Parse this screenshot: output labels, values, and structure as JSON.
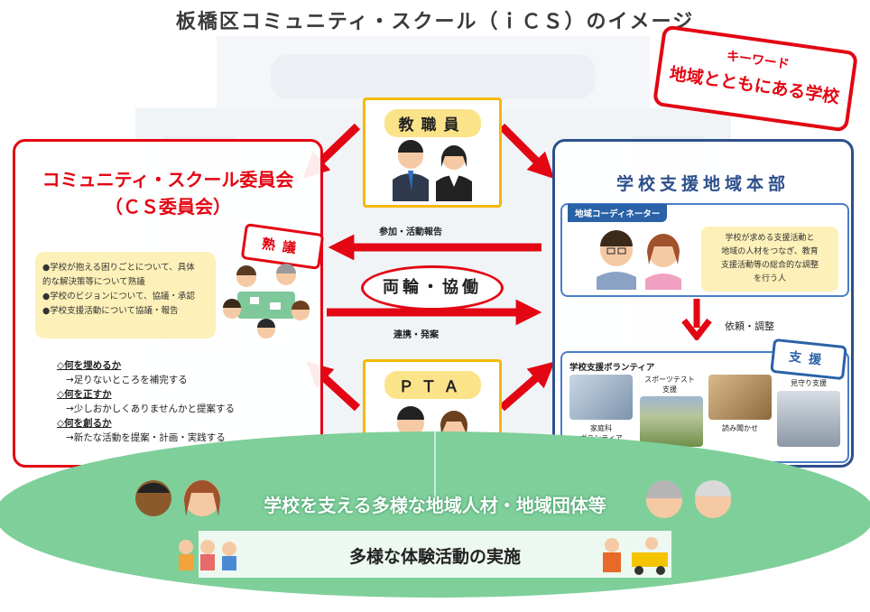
{
  "title": "板橋区コミュニティ・スクール（ｉＣＳ）のイメージ",
  "keyword": {
    "label": "キーワード",
    "text": "地域とともにある学校"
  },
  "committee": {
    "title_line1": "コミュニティ・スクール委員会",
    "title_line2": "（ＣＳ委員会）",
    "badge": "熟議",
    "bullets": [
      "●学校が抱える困りごとについて、具体",
      "的な解決策等について熟議",
      "●学校のビジョンについて、協議・承認",
      "●学校支援活動について協議・報告"
    ],
    "hows": [
      {
        "q": "◇何を埋めるか",
        "a": "→足りないところを補完する"
      },
      {
        "q": "◇何を正すか",
        "a": "→少しおかしくありませんかと提案する"
      },
      {
        "q": "◇何を創るか",
        "a": "→新たな活動を提案・計画・実践する"
      }
    ]
  },
  "staff": {
    "label": "教職員"
  },
  "pta": {
    "label": "ＰＴＡ"
  },
  "center": {
    "top_label": "参加・活動報告",
    "ryourin": "両輪・協働",
    "bottom_label": "連携・発案"
  },
  "support_hq": {
    "title": "学校支援地域本部",
    "coordinator_tab": "地域コーディネーター",
    "coordinator_desc": [
      "学校が求める支援活動と",
      "地域の人材をつなぎ、教育",
      "支援活動等の総合的な調整",
      "を行う人"
    ],
    "request_label": "依頼・調整",
    "badge": "支援",
    "volunteer_title": "学校支援ボランティア",
    "volunteer_captions": [
      "家庭科\nボランティア",
      "スポーツテスト\n支援",
      "読み聞かせ",
      "見守り支援"
    ]
  },
  "bottom": {
    "title": "学校を支える多様な地域人材・地域団体等",
    "experience": "多様な体験活動の実施"
  },
  "colors": {
    "red": "#e30613",
    "navy": "#2d4f8c",
    "gold": "#f5b800",
    "green": "#7fcf9a"
  }
}
